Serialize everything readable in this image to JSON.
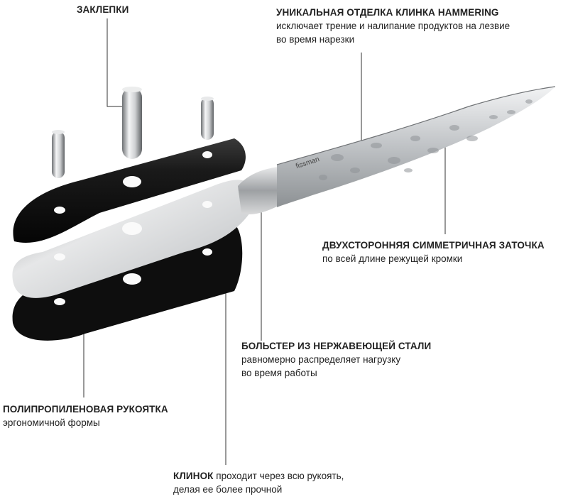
{
  "callouts": {
    "rivets": {
      "title": "ЗАКЛЕПКИ"
    },
    "blade_finish": {
      "title": "УНИКАЛЬНАЯ ОТДЕЛКА КЛИНКА HAMMERING",
      "line1": "исключает трение и налипание продуктов на лезвие",
      "line2": "во время нарезки"
    },
    "sharpening": {
      "title": "ДВУХСТОРОННЯЯ СИММЕТРИЧНАЯ ЗАТОЧКА",
      "line1": "по всей длине режущей кромки"
    },
    "bolster": {
      "title": "БОЛЬСТЕР ИЗ НЕРЖАВЕЮЩЕЙ СТАЛИ",
      "line1": "равномерно распределяет нагрузку",
      "line2": "во время работы"
    },
    "handle": {
      "title": "ПОЛИПРОПИЛЕНОВАЯ РУКОЯТКА",
      "line1": "эргономичной формы"
    },
    "tang": {
      "title": "КЛИНОК",
      "line1_rest": " проходит через всю рукоять,",
      "line2": "делая ее более прочной"
    }
  },
  "blade_logo": "fissman",
  "colors": {
    "line": "#333333",
    "handle": "#1a1a1a",
    "steel": "#c9cbcd"
  }
}
